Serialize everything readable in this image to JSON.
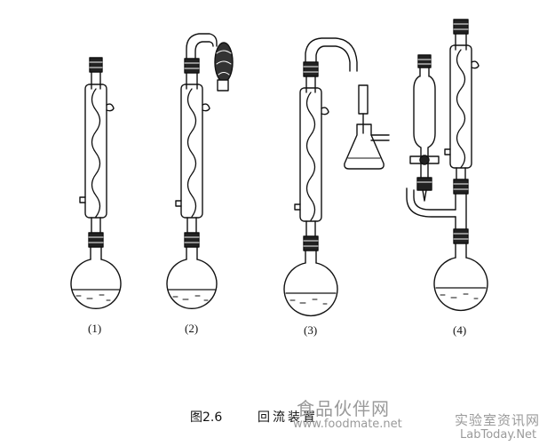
{
  "figure": {
    "labels": [
      "(1)",
      "(2)",
      "(3)",
      "(4)"
    ],
    "caption_number": "图2.6",
    "caption_title": "回流装置"
  },
  "watermarks": {
    "left_cn": "食品伙伴网",
    "left_url": "www.foodmate.net",
    "right_cn": "实验室资讯网",
    "right_url": "LabToday.Net"
  }
}
